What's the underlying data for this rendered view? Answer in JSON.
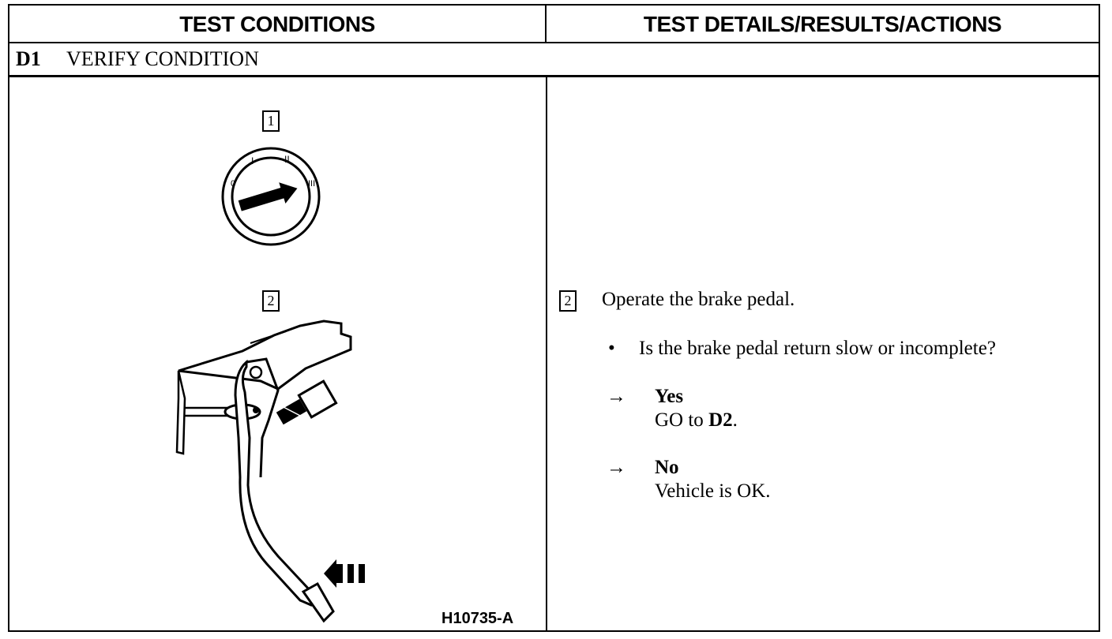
{
  "header": {
    "left": "TEST CONDITIONS",
    "right": "TEST DETAILS/RESULTS/ACTIONS"
  },
  "step": {
    "id": "D1",
    "title": "VERIFY CONDITION"
  },
  "figure": {
    "callout_1": "1",
    "callout_2": "2",
    "figure_id": "H10735-A",
    "icons": [
      "ignition-switch-icon",
      "brake-pedal-icon",
      "push-arrow-icon"
    ]
  },
  "details": {
    "callout": "2",
    "instruction": "Operate the brake pedal.",
    "bullet": "•",
    "question": "Is the brake pedal return slow or incomplete?",
    "arrow": "→",
    "yes_label": "Yes",
    "yes_action_prefix": "GO to ",
    "yes_action_ref": "D2",
    "yes_action_suffix": ".",
    "no_label": "No",
    "no_action": "Vehicle is OK."
  }
}
